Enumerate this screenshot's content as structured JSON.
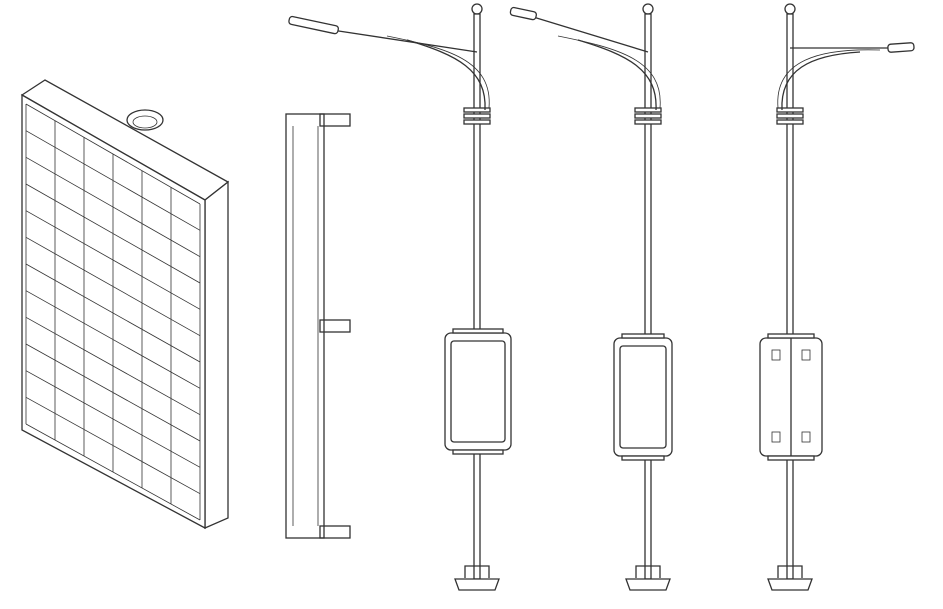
{
  "colors": {
    "line": "#333333",
    "background": "#ffffff"
  },
  "drawing": {
    "solar_panel": {
      "grid_columns": 6,
      "grid_rows": 12
    },
    "poles": [
      {
        "arm": "left",
        "screen": "front"
      },
      {
        "arm": "left",
        "screen": "angled"
      },
      {
        "arm": "right",
        "screen": "back"
      }
    ]
  }
}
